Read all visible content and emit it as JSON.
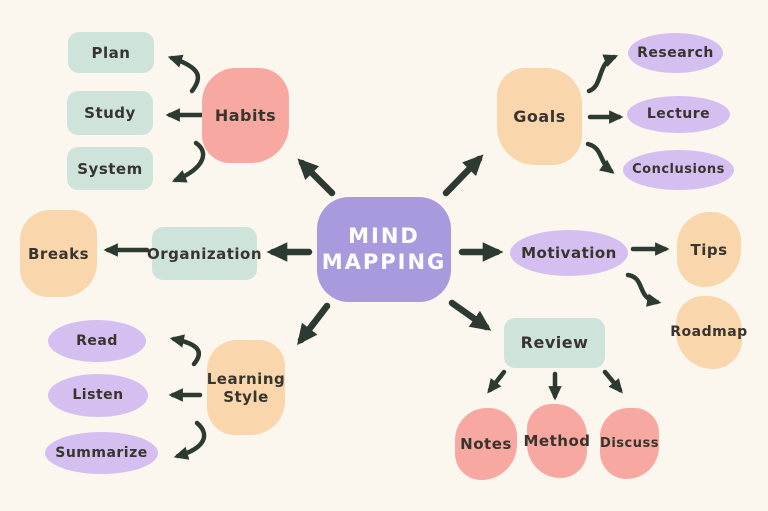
{
  "title": "MIND MAPPING",
  "colors": {
    "background": "#fbf6ee",
    "center_node": "#a99ade",
    "mint_node": "#cee3da",
    "salmon_node": "#f7a8a1",
    "peach_node": "#f9d6ac",
    "lavender_node": "#d5bff0",
    "arrow_ink": "#2c3a31",
    "label_ink": "#38342e",
    "center_text": "#ffffff"
  },
  "center": {
    "label": "MIND MAPPING"
  },
  "branches": {
    "habits": {
      "label": "Habits",
      "children": {
        "plan": "Plan",
        "study": "Study",
        "system": "System"
      }
    },
    "goals": {
      "label": "Goals",
      "children": {
        "research": "Research",
        "lecture": "Lecture",
        "conclusions": "Conclusions"
      }
    },
    "organization": {
      "label": "Organization",
      "children": {
        "breaks": "Breaks"
      }
    },
    "motivation": {
      "label": "Motivation",
      "children": {
        "tips": "Tips",
        "roadmap": "Roadmap"
      }
    },
    "learning_style": {
      "label": "Learning Style",
      "children": {
        "read": "Read",
        "listen": "Listen",
        "summarize": "Summarize"
      }
    },
    "review": {
      "label": "Review",
      "children": {
        "notes": "Notes",
        "method": "Method",
        "discuss": "Discuss"
      }
    }
  }
}
